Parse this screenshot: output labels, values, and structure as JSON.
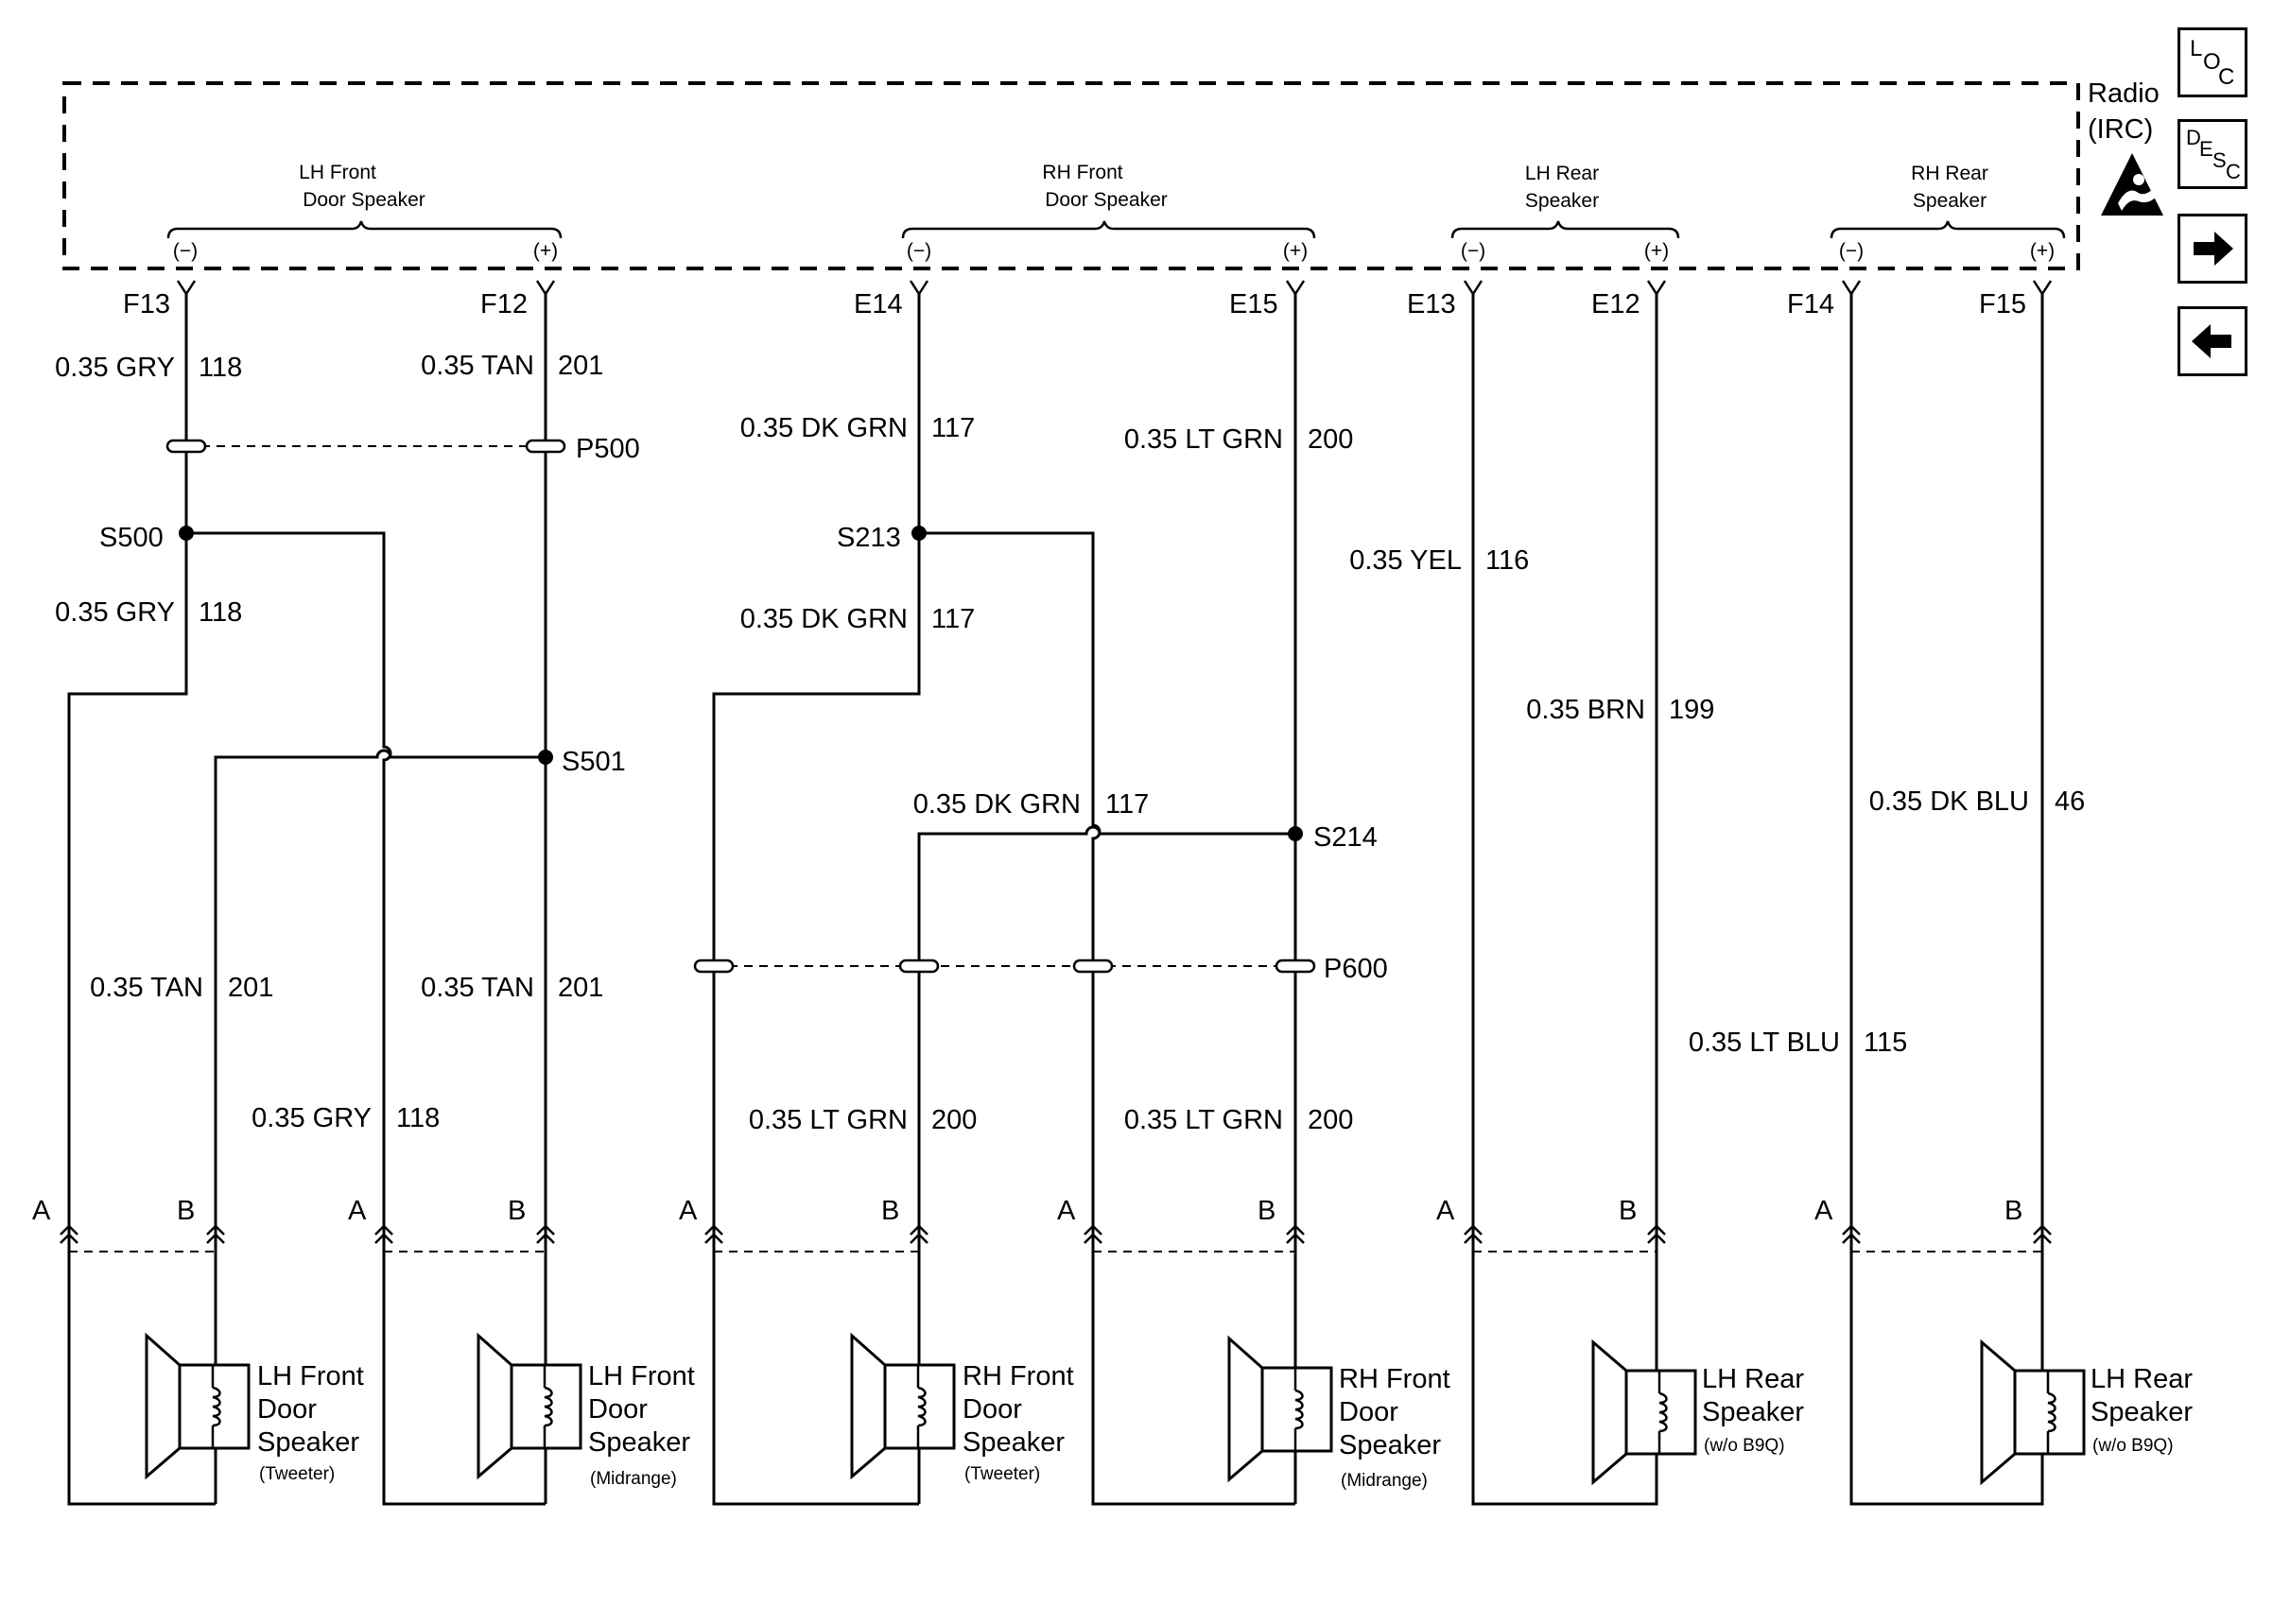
{
  "module": {
    "name": "Radio",
    "sub": "(IRC)",
    "groups": [
      {
        "line1": "LH Front",
        "line2": "Door Speaker"
      },
      {
        "line1": "RH Front",
        "line2": "Door Speaker"
      },
      {
        "line1": "LH Rear",
        "line2": "Speaker"
      },
      {
        "line1": "RH Rear",
        "line2": "Speaker"
      }
    ],
    "polarity": {
      "neg": "(−)",
      "pos": "(+)"
    },
    "pins": [
      "F13",
      "F12",
      "E14",
      "E15",
      "E13",
      "E12",
      "F14",
      "F15"
    ]
  },
  "wires": [
    {
      "gauge": "0.35 GRY",
      "circuit": "118"
    },
    {
      "gauge": "0.35 TAN",
      "circuit": "201"
    },
    {
      "gauge": "0.35 DK GRN",
      "circuit": "117"
    },
    {
      "gauge": "0.35 LT GRN",
      "circuit": "200"
    },
    {
      "gauge": "0.35 GRY",
      "circuit": "118"
    },
    {
      "gauge": "0.35 DK GRN",
      "circuit": "117"
    },
    {
      "gauge": "0.35 YEL",
      "circuit": "116"
    },
    {
      "gauge": "0.35 BRN",
      "circuit": "199"
    },
    {
      "gauge": "0.35 DK BLU",
      "circuit": "46"
    },
    {
      "gauge": "0.35 DK GRN",
      "circuit": "117"
    },
    {
      "gauge": "0.35 TAN",
      "circuit": "201"
    },
    {
      "gauge": "0.35 TAN",
      "circuit": "201"
    },
    {
      "gauge": "0.35 LT BLU",
      "circuit": "115"
    },
    {
      "gauge": "0.35 GRY",
      "circuit": "118"
    },
    {
      "gauge": "0.35 LT GRN",
      "circuit": "200"
    },
    {
      "gauge": "0.35 LT GRN",
      "circuit": "200"
    }
  ],
  "splices": [
    "S500",
    "S501",
    "S213",
    "S214"
  ],
  "connectors": [
    "P500",
    "P600"
  ],
  "terminals": {
    "a": "A",
    "b": "B"
  },
  "speakers": [
    {
      "line1": "LH Front",
      "line2": "Door",
      "line3": "Speaker",
      "note": "(Tweeter)"
    },
    {
      "line1": "LH Front",
      "line2": "Door",
      "line3": "Speaker",
      "note": "(Midrange)"
    },
    {
      "line1": "RH Front",
      "line2": "Door",
      "line3": "Speaker",
      "note": "(Tweeter)"
    },
    {
      "line1": "RH Front",
      "line2": "Door",
      "line3": "Speaker",
      "note": "(Midrange)"
    },
    {
      "line1": "LH Rear",
      "line2": "Speaker",
      "line3": "",
      "note": "(w/o B9Q)"
    },
    {
      "line1": "LH Rear",
      "line2": "Speaker",
      "line3": "",
      "note": "(w/o B9Q)"
    }
  ],
  "nav": {
    "loc": {
      "l": "L",
      "o": "O",
      "c": "C"
    },
    "desc": {
      "d": "D",
      "e": "E",
      "s": "S",
      "c": "C"
    },
    "icons": [
      "esd-warning-icon",
      "arrow-right-icon",
      "arrow-left-icon"
    ]
  }
}
